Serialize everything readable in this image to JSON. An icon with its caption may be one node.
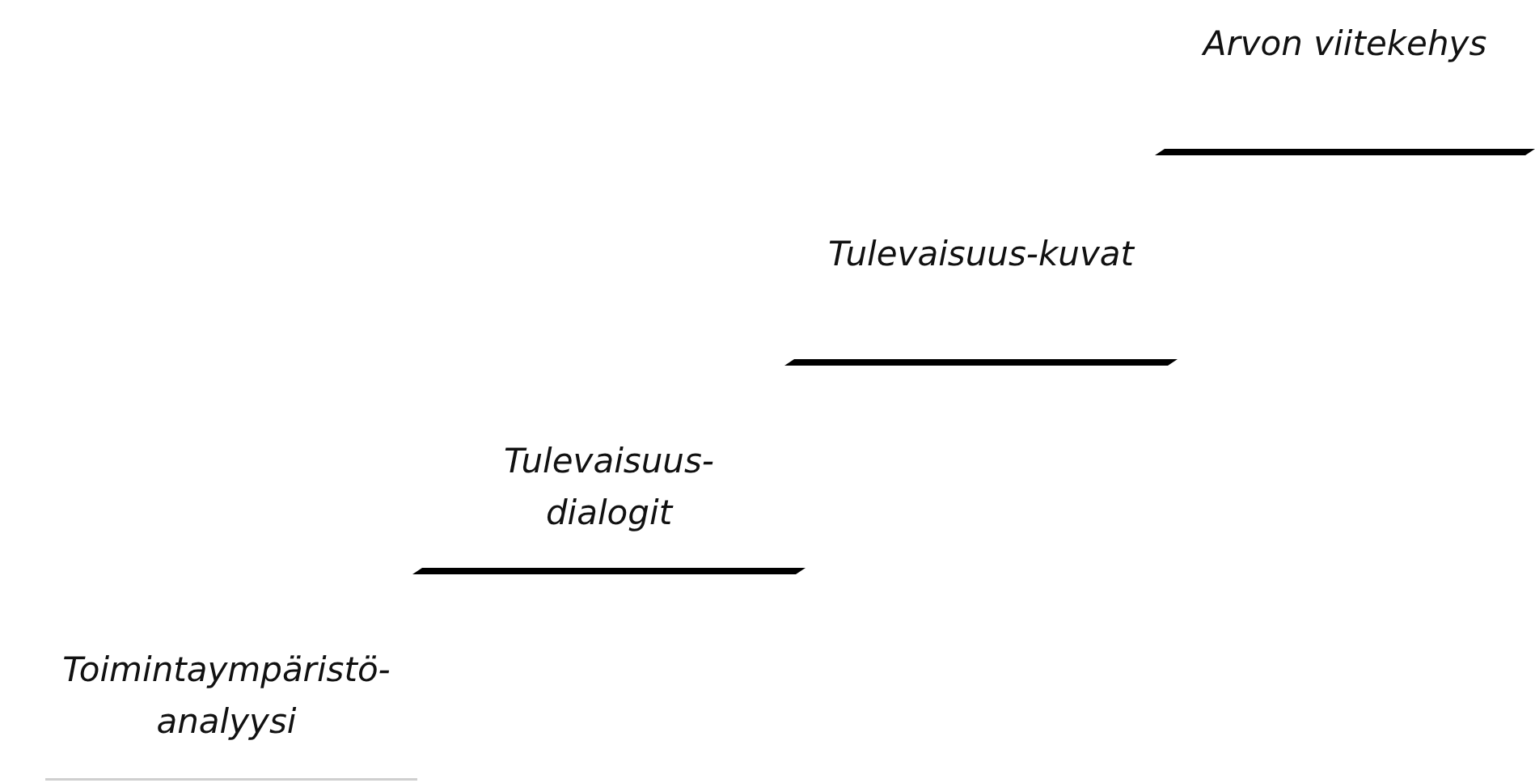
{
  "diagram": {
    "nodes": [
      {
        "text": [
          "Toimintaympäristö-analyysi"
        ]
      },
      {
        "text": [
          "Tulevaisuus-dialogit"
        ]
      },
      {
        "text": [
          "Tulevaisuus-kuvat"
        ]
      },
      {
        "text": [
          "Arvon viitekehys"
        ]
      }
    ]
  }
}
